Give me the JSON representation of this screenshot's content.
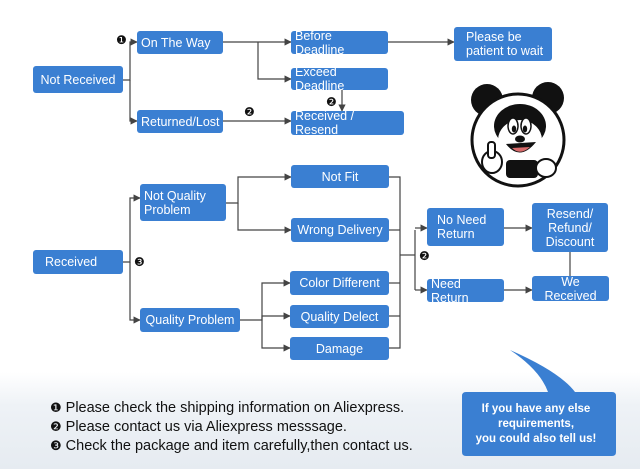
{
  "nodes": {
    "not_received": "Not   Received",
    "on_the_way": "On The Way",
    "returned_lost": "Returned/Lost",
    "before_deadline": "Before Deadline",
    "exceed_deadline": "Exceed Deadline",
    "received_resend": "Received / Resend",
    "please_be_patient": "Please be\npatient to wait",
    "received": "Received",
    "not_quality_problem": "Not   Quality\nProblem",
    "quality_problem": "Quality Problem",
    "not_fit": "Not Fit",
    "wrong_delivery": "Wrong Delivery",
    "color_different": "Color Different",
    "quality_defect": "Quality Delect",
    "damage": "Damage",
    "no_need_return": "No Need\nReturn",
    "need_return": "Need Return",
    "resend_refund_discount": "Resend/\nRefund/\nDiscount",
    "we_received": "We Received"
  },
  "markers": {
    "one": "❶",
    "two": "❷",
    "three": "❸"
  },
  "notes": [
    {
      "num": "❶",
      "text": "Please check the shipping information on Aliexpress."
    },
    {
      "num": "❷",
      "text": "Please contact us via Aliexpress messsage."
    },
    {
      "num": "❸",
      "text": "Check the package and item carefully,then contact us."
    }
  ],
  "callout": {
    "text": "If you have any else\nrequirements,\nyou could also tell us!"
  },
  "colors": {
    "box": "#3a7fd2",
    "line": "#444444",
    "callout": "#3a7fd2"
  },
  "icons": {
    "mascot": "mouse-mascot-thumbs-up-icon"
  }
}
